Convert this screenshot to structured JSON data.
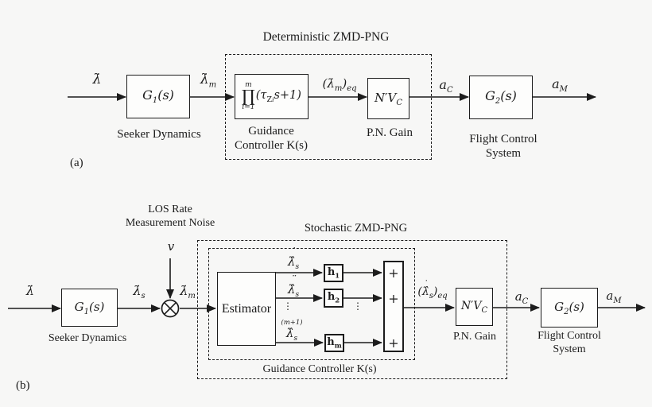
{
  "colors": {
    "background": "#f7f7f6",
    "ink": "#1c1c1c",
    "box_fill": "#fdfdfc"
  },
  "panel_a": {
    "label": "(a)",
    "title": "Deterministic ZMD-PNG",
    "signals": {
      "input": {
        "base": "λ̇",
        "sub": ""
      },
      "measured": {
        "base": "λ̇",
        "sub": "m"
      },
      "equivalent": {
        "open": "(",
        "base": "λ̇",
        "sub": "m",
        "close": ")",
        "outer_sub": "eq"
      },
      "accel_cmd": {
        "base": "a",
        "sub": "C"
      },
      "accel_out": {
        "base": "a",
        "sub": "M"
      }
    },
    "seeker_box": {
      "base": "G",
      "sub": "1",
      "suffix": "(s)"
    },
    "seeker_caption": "Seeker Dynamics",
    "controller_formula": {
      "sup": "m",
      "symbol": "∏",
      "sub": "i=1",
      "open": "(τ",
      "tau_sub": "Z",
      "tau_subsub": "i",
      "rest": "s+1)"
    },
    "controller_caption_1": "Guidance",
    "controller_caption_2": "Controller K(s)",
    "pn_box": {
      "base": "N′V",
      "sub": "C"
    },
    "pn_caption": "P.N. Gain",
    "flight_box": {
      "base": "G",
      "sub": "2",
      "suffix": "(s)"
    },
    "flight_caption_1": "Flight Control",
    "flight_caption_2": "System"
  },
  "panel_b": {
    "label": "(b)",
    "title": "Stochastic ZMD-PNG",
    "noise_caption_1": "LOS Rate",
    "noise_caption_2": "Measurement Noise",
    "noise_signal": "v",
    "signals": {
      "input": {
        "base": "λ̇",
        "sub": ""
      },
      "seeker_out": {
        "base": "λ̇",
        "sub": "s"
      },
      "measured": {
        "base": "λ̇",
        "sub": "m"
      },
      "equivalent": {
        "open": "(",
        "top": "˙",
        "base": "λ̂",
        "sub": "s",
        "close": ")",
        "outer_sub": "eq"
      },
      "accel_cmd": {
        "base": "a",
        "sub": "C"
      },
      "accel_out": {
        "base": "a",
        "sub": "M"
      }
    },
    "seeker_box": {
      "base": "G",
      "sub": "1",
      "suffix": "(s)"
    },
    "seeker_caption": "Seeker Dynamics",
    "estimator_label": "Estimator",
    "estimates": [
      {
        "top": "˙",
        "base": "λ̂",
        "sub": "s"
      },
      {
        "top": "¨",
        "base": "λ̂",
        "sub": "s"
      },
      {
        "top": "(m+1)",
        "base": "λ̂",
        "sub": "s"
      }
    ],
    "vdots": "⋮",
    "filters": [
      {
        "base": "h",
        "sub": "1"
      },
      {
        "base": "h",
        "sub": "2"
      },
      {
        "base": "h",
        "sub": "m"
      }
    ],
    "sum_plus": "+",
    "controller_caption": "Guidance Controller K(s)",
    "pn_box": {
      "base": "N′V",
      "sub": "C"
    },
    "pn_caption": "P.N. Gain",
    "flight_box": {
      "base": "G",
      "sub": "2",
      "suffix": "(s)"
    },
    "flight_caption_1": "Flight Control",
    "flight_caption_2": "System"
  }
}
